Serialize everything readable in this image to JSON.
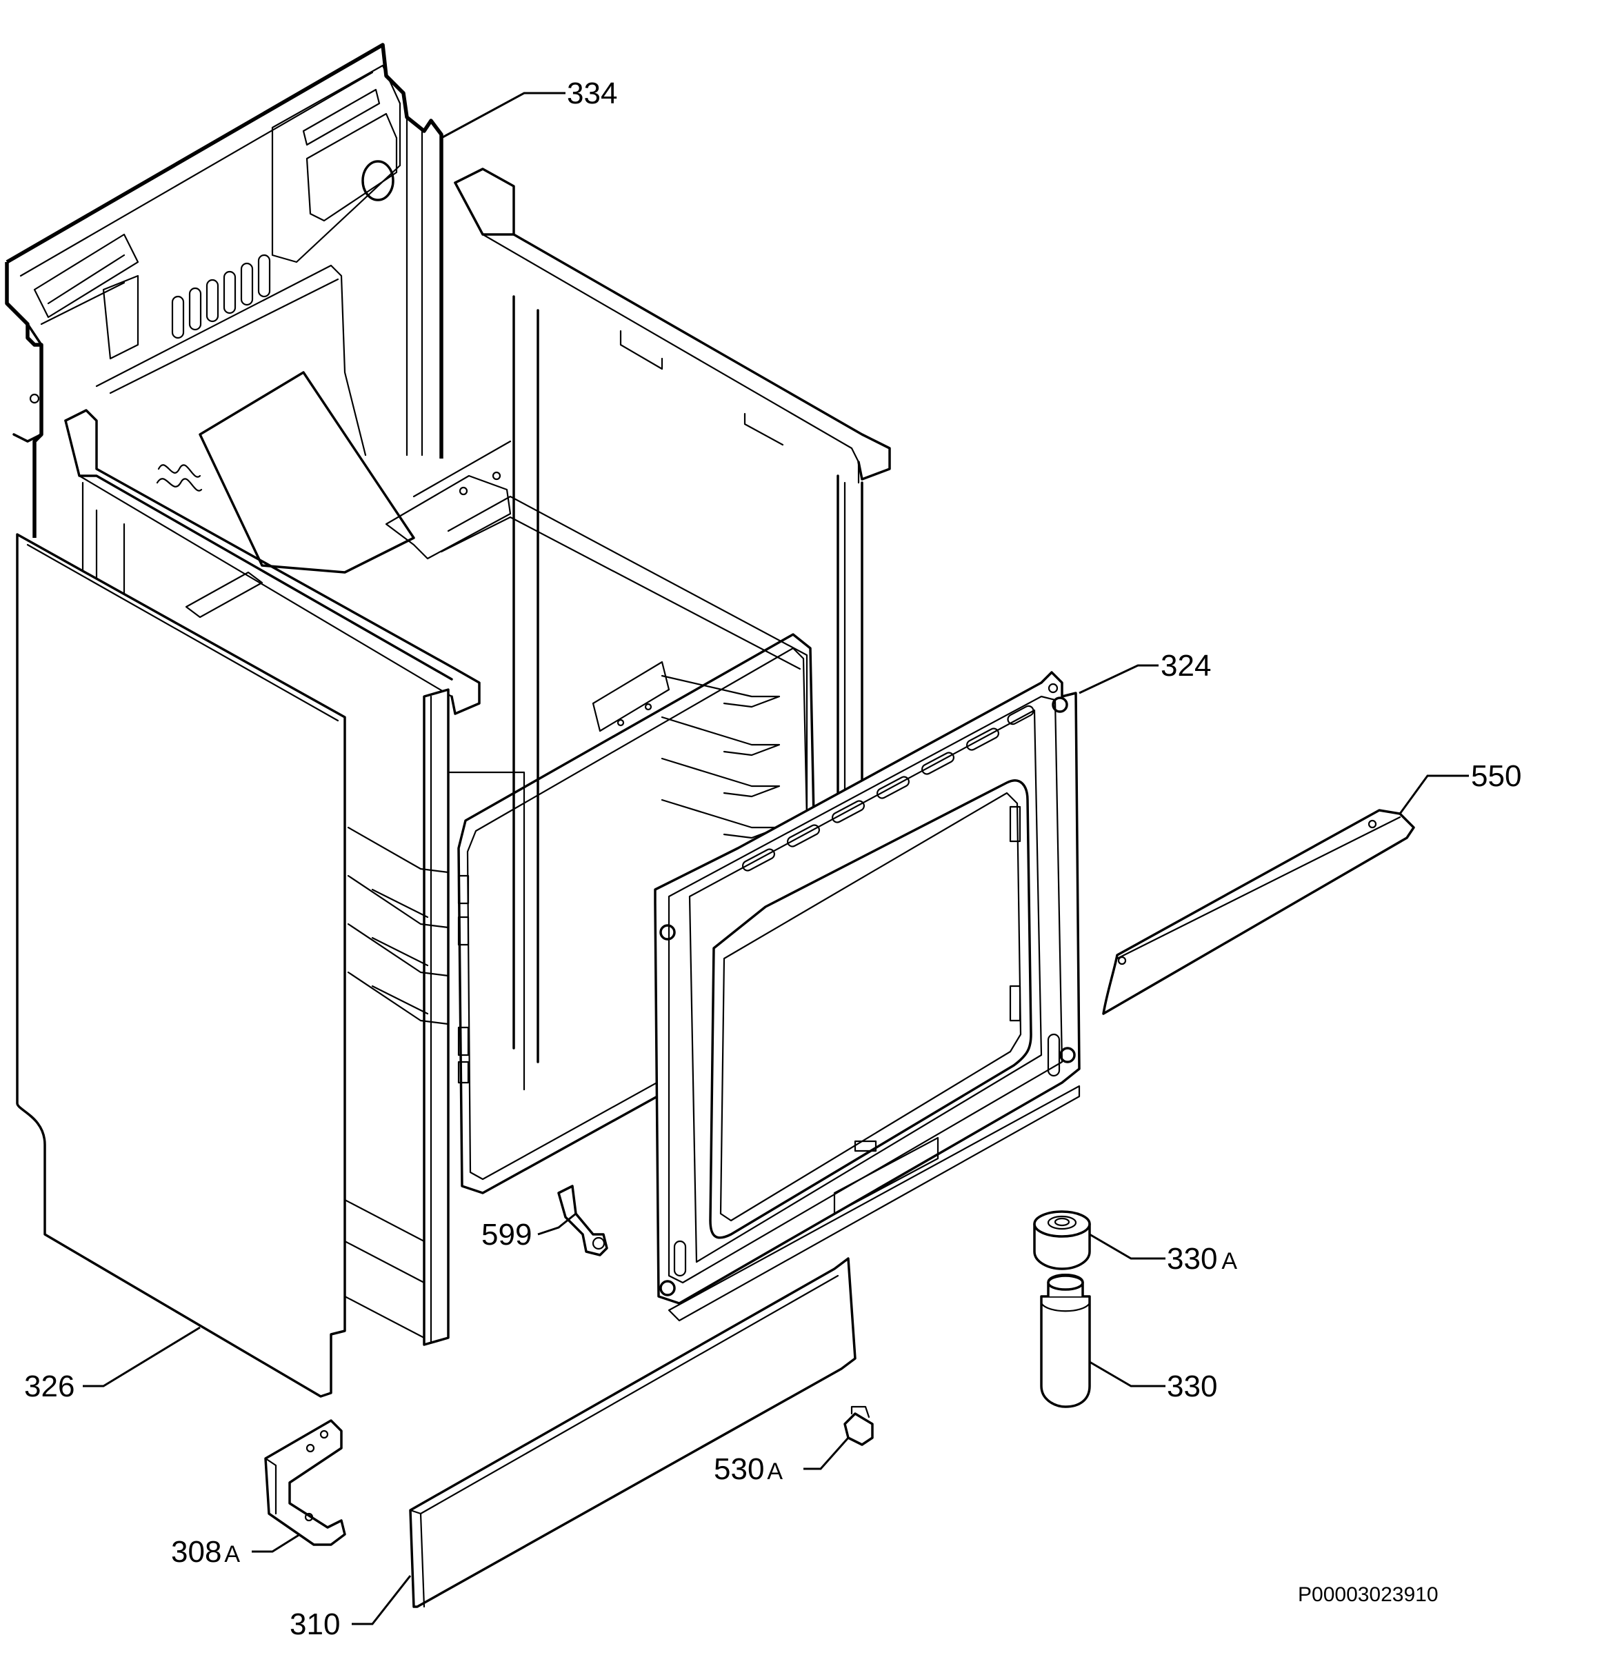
{
  "diagram": {
    "callouts": {
      "c334": "334",
      "c324": "324",
      "c550": "550",
      "c330A": "330",
      "c330A_suffix": "A",
      "c330": "330",
      "c599": "599",
      "c326": "326",
      "c530A": "530",
      "c530A_suffix": "A",
      "c308A": "308",
      "c308A_suffix": "A",
      "c310": "310"
    },
    "document_id": "P00003023910"
  }
}
